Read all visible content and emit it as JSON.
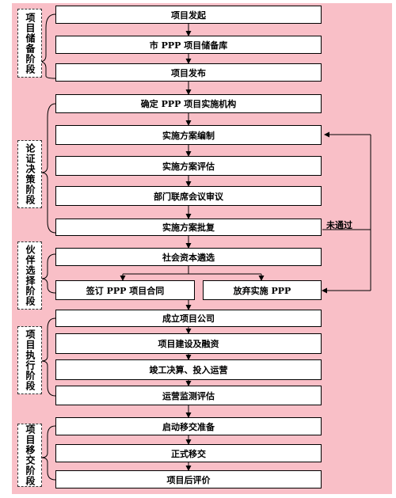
{
  "stages": {
    "s1": "项目储备阶段",
    "s2": "论证决策阶段",
    "s3": "伙伴选择阶段",
    "s4": "项目执行阶段",
    "s5": "项目移交阶段"
  },
  "steps": {
    "b1": "项目发起",
    "b2": "市 PPP 项目储备库",
    "b3": "项目发布",
    "b4": "确定 PPP 项目实施机构",
    "b5": "实施方案编制",
    "b6": "实施方案评估",
    "b7": "部门联席会议审议",
    "b8": "实施方案批复",
    "b9": "社会资本遴选",
    "b10": "签订 PPP 项目合同",
    "b11": "放弃实施 PPP",
    "b12": "成立项目公司",
    "b13": "项目建设及融资",
    "b14": "竣工决算、投入运营",
    "b15": "运营监测评估",
    "b16": "启动移交准备",
    "b17": "正式移交",
    "b18": "项目后评价"
  },
  "labels": {
    "not_passed": "未通过"
  }
}
